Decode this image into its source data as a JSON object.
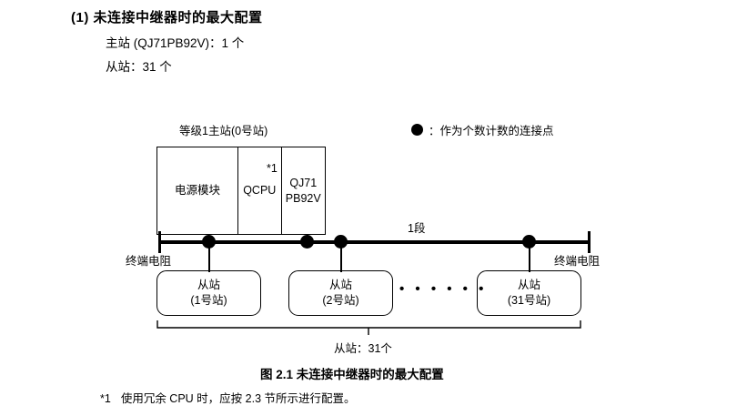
{
  "heading": "(1) 未连接中继器时的最大配置",
  "specs": {
    "master": "主站 (QJ71PB92V)：1 个",
    "slave": "从站：31 个"
  },
  "legend": {
    "icon": "filled-circle-icon",
    "text": "：作为个数计数的连接点"
  },
  "diagram": {
    "master_label": "等级1主站(0号站)",
    "master_box": {
      "power": "电源模块",
      "cpu": "QCPU",
      "network_line1": "QJ71",
      "network_line2": "PB92V",
      "footnote_mark": "*1"
    },
    "segment_label": "1段",
    "terminator_left": "终端电阻",
    "terminator_right": "终端电阻",
    "slaves": [
      {
        "title": "从站",
        "sub": "(1号站)"
      },
      {
        "title": "从站",
        "sub": "(2号站)"
      },
      {
        "title": "从站",
        "sub": "(31号站)"
      }
    ],
    "ellipsis": "• • • • • •",
    "brace_label": "从站：31个"
  },
  "figure_caption": "图 2.1  未连接中继器时的最大配置",
  "footnote": {
    "mark": "*1",
    "text": "使用冗余 CPU 时，应按 2.3 节所示进行配置。"
  },
  "colors": {
    "ink": "#000000",
    "background": "#ffffff"
  }
}
